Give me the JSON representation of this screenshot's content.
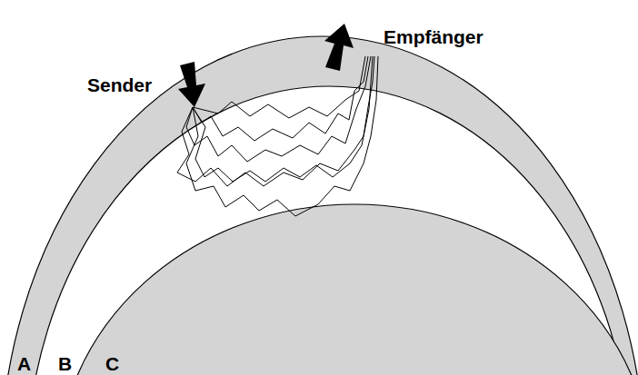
{
  "diagram": {
    "labels": [
      "Sender",
      "Empfänger",
      "A",
      "B",
      "C"
    ]
  }
}
